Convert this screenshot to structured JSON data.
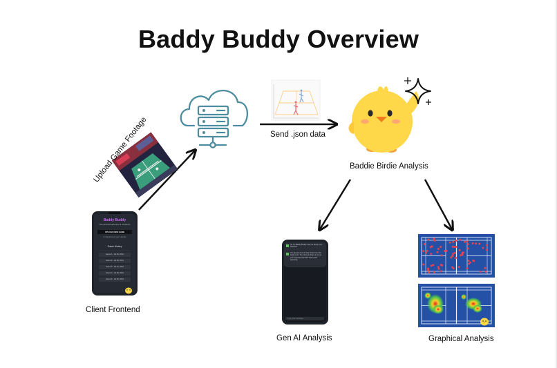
{
  "title": "Baddy Buddy Overview",
  "nodes": {
    "client": "Client Frontend",
    "upload": "Upload Game Footage",
    "send": "Send .json data",
    "analysis": "Baddie Birdie Analysis",
    "genai": "Gen AI Analysis",
    "graphical": "Graphical Analysis"
  },
  "phone": {
    "app_title": "Baddy Buddy",
    "subtitle": "Your personal badminton AI companion",
    "upload_button": "UPLOAD NEW GAME",
    "upload_note": "or drag and drop your video file",
    "history_title": "Game History",
    "history": [
      "Game 1 - Jul 29, 2024",
      "Game 2 - Jul 28, 2024",
      "Game 3 - Jul 27, 2024",
      "Game 4 - Jul 26, 2024",
      "Game 5 - Jul 25, 2024"
    ]
  },
  "chat": {
    "messages": [
      "Hi! I'm Baddy Buddy. Ask me about your footwork.",
      "You played a lot of clear shots from the back court. Try mixing in drops to move your opponent forward and create openings."
    ],
    "input_placeholder": "Type your message..."
  },
  "colors": {
    "arrow": "#111111",
    "cloud": "#4d8da0",
    "phone": "#1e2229",
    "court": "#2451a6",
    "chick": "#ffd84a"
  }
}
